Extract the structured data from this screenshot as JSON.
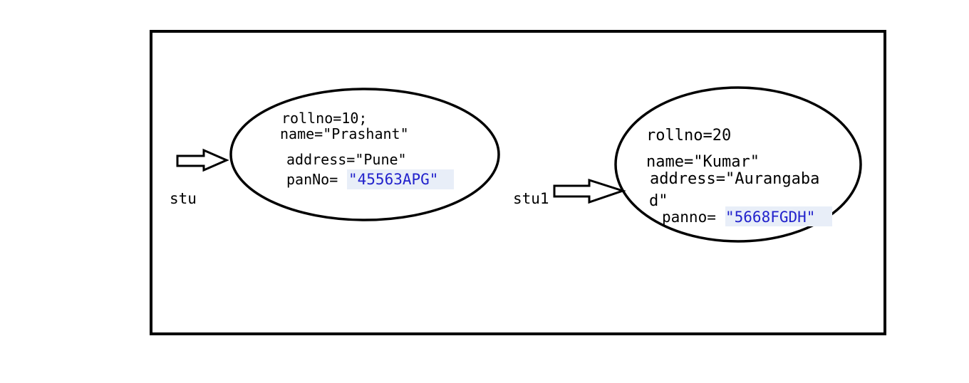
{
  "objects": [
    {
      "reference": "stu",
      "fields": {
        "rollno": "rollno=10;",
        "name": "name=\"Prashant\"",
        "address": "address=\"Pune\"",
        "pan_prefix": "panNo=",
        "pan_value": "\"45563APG\""
      }
    },
    {
      "reference": "stu1",
      "fields": {
        "rollno": "rollno=20",
        "name": "name=\"Kumar\"",
        "address_line1": "address=\"Aurangaba",
        "address_line2": "d\"",
        "pan_prefix": "panno=",
        "pan_value": "\"5668FGDH\""
      }
    }
  ],
  "colors": {
    "border": "#000000",
    "pan_text": "#2222cc",
    "pan_highlight": "#e8eef8"
  }
}
